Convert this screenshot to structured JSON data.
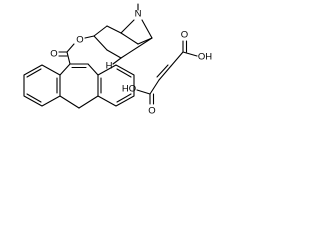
{
  "diagram": {
    "kind": "chemical-structure",
    "components": [
      {
        "name": "tropanyl dibenzocycloheptene carboxylate",
        "atom_labels": {
          "methyl_n": "N",
          "ester_ether_o": "O",
          "carbonyl_o": "O",
          "bridgehead_h": "H"
        }
      },
      {
        "name": "fumaric acid",
        "atom_labels": {
          "acid_top_carbonyl_o": "O",
          "acid_top_oh": "OH",
          "acid_bottom_carbonyl_o": "O",
          "acid_bottom_oh": "HO"
        }
      }
    ],
    "colors": {
      "line": "#000000",
      "text": "#000000",
      "background": "#ffffff"
    }
  }
}
